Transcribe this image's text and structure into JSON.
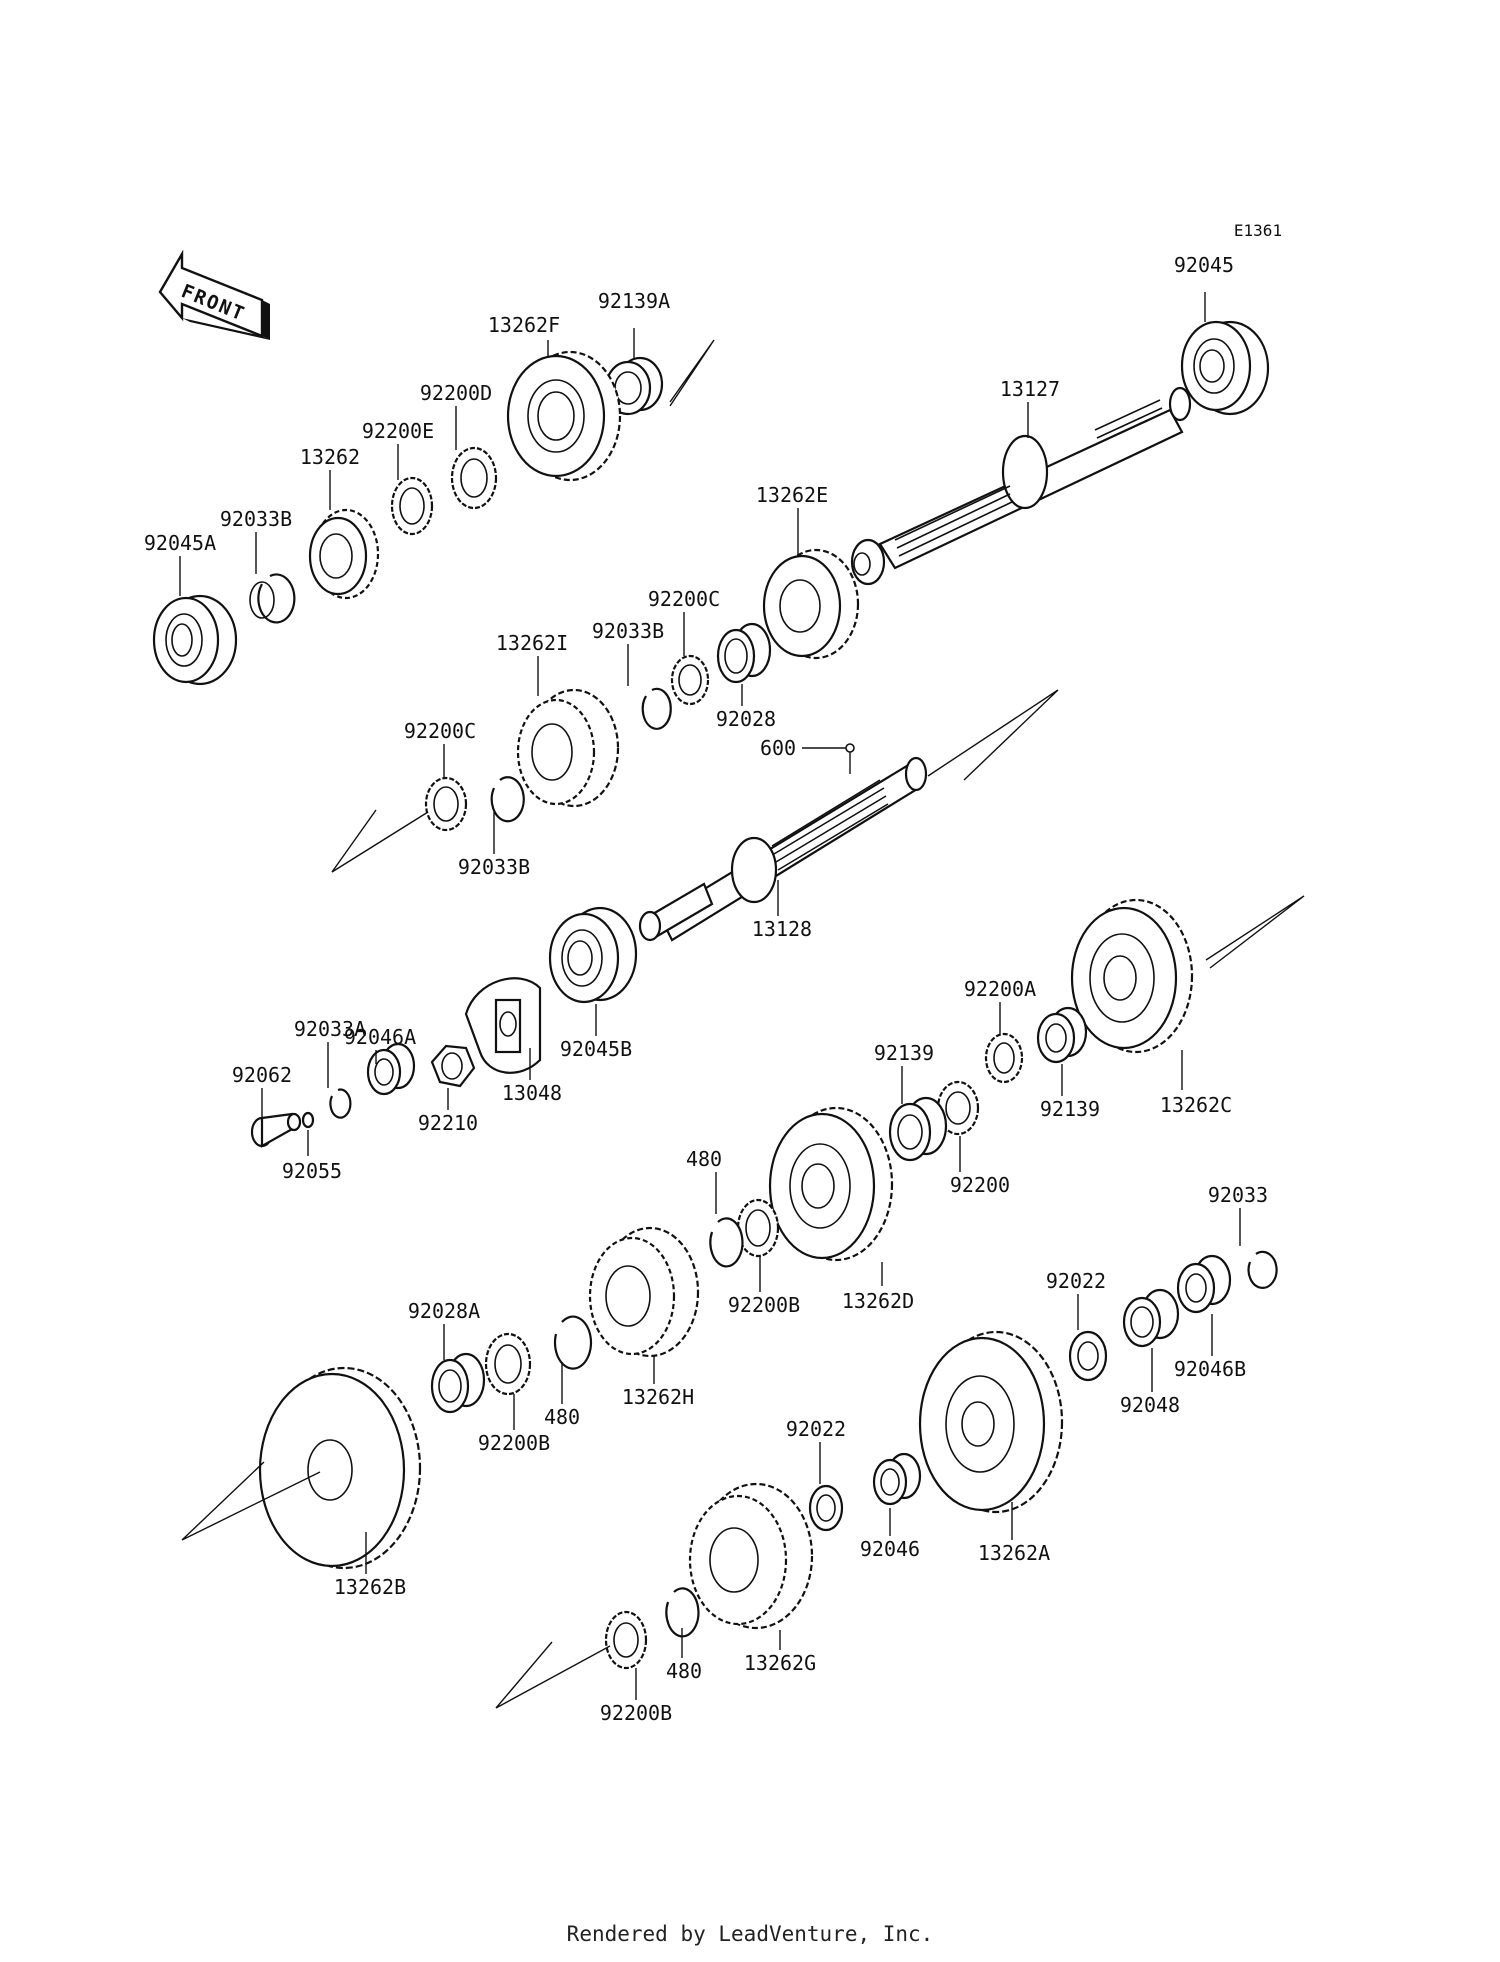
{
  "diagram": {
    "code": "E1361",
    "direction_label": "FRONT",
    "footer": "Rendered by LeadVenture, Inc.",
    "parts": [
      {
        "id": "p-92045",
        "label": "92045",
        "kind": "bearing"
      },
      {
        "id": "p-13127",
        "label": "13127",
        "kind": "shaft"
      },
      {
        "id": "p-92139A",
        "label": "92139A",
        "kind": "needle-bearing"
      },
      {
        "id": "p-13262F",
        "label": "13262F",
        "kind": "gear"
      },
      {
        "id": "p-92200D",
        "label": "92200D",
        "kind": "washer"
      },
      {
        "id": "p-92200E",
        "label": "92200E",
        "kind": "washer"
      },
      {
        "id": "p-13262",
        "label": "13262",
        "kind": "gear"
      },
      {
        "id": "p-92033B-top",
        "label": "92033B",
        "kind": "circlip"
      },
      {
        "id": "p-92045A",
        "label": "92045A",
        "kind": "bearing"
      },
      {
        "id": "p-13262E",
        "label": "13262E",
        "kind": "gear"
      },
      {
        "id": "p-92200C-mid",
        "label": "92200C",
        "kind": "washer"
      },
      {
        "id": "p-92033B-mid",
        "label": "92033B",
        "kind": "circlip"
      },
      {
        "id": "p-92028",
        "label": "92028",
        "kind": "bushing"
      },
      {
        "id": "p-13262I",
        "label": "13262I",
        "kind": "gear"
      },
      {
        "id": "p-92200C-low",
        "label": "92200C",
        "kind": "washer"
      },
      {
        "id": "p-92033B-low",
        "label": "92033B",
        "kind": "circlip"
      },
      {
        "id": "p-600",
        "label": "600",
        "kind": "reference"
      },
      {
        "id": "p-13128",
        "label": "13128",
        "kind": "shaft"
      },
      {
        "id": "p-92045B",
        "label": "92045B",
        "kind": "bearing"
      },
      {
        "id": "p-13048",
        "label": "13048",
        "kind": "holder"
      },
      {
        "id": "p-92210",
        "label": "92210",
        "kind": "nut"
      },
      {
        "id": "p-92046A",
        "label": "92046A",
        "kind": "needle-bearing"
      },
      {
        "id": "p-92033A",
        "label": "92033A",
        "kind": "circlip"
      },
      {
        "id": "p-92062",
        "label": "92062",
        "kind": "bolt"
      },
      {
        "id": "p-92055",
        "label": "92055",
        "kind": "o-ring"
      },
      {
        "id": "p-13262C",
        "label": "13262C",
        "kind": "gear"
      },
      {
        "id": "p-92200A",
        "label": "92200A",
        "kind": "washer"
      },
      {
        "id": "p-92139-b",
        "label": "92139",
        "kind": "needle-bearing"
      },
      {
        "id": "p-92139-a",
        "label": "92139",
        "kind": "needle-bearing"
      },
      {
        "id": "p-92200",
        "label": "92200",
        "kind": "washer"
      },
      {
        "id": "p-13262D",
        "label": "13262D",
        "kind": "gear"
      },
      {
        "id": "p-480-top",
        "label": "480",
        "kind": "circlip"
      },
      {
        "id": "p-92200B-top",
        "label": "92200B",
        "kind": "washer"
      },
      {
        "id": "p-13262H",
        "label": "13262H",
        "kind": "gear"
      },
      {
        "id": "p-480-mid",
        "label": "480",
        "kind": "circlip"
      },
      {
        "id": "p-92200B-mid",
        "label": "92200B",
        "kind": "washer"
      },
      {
        "id": "p-92028A",
        "label": "92028A",
        "kind": "bushing"
      },
      {
        "id": "p-13262B",
        "label": "13262B",
        "kind": "gear"
      },
      {
        "id": "p-92033",
        "label": "92033",
        "kind": "circlip"
      },
      {
        "id": "p-92022-right",
        "label": "92022",
        "kind": "washer"
      },
      {
        "id": "p-92046B",
        "label": "92046B",
        "kind": "needle-bearing"
      },
      {
        "id": "p-92048",
        "label": "92048",
        "kind": "bushing"
      },
      {
        "id": "p-13262A",
        "label": "13262A",
        "kind": "gear"
      },
      {
        "id": "p-92022-low",
        "label": "92022",
        "kind": "washer"
      },
      {
        "id": "p-92046",
        "label": "92046",
        "kind": "needle-bearing"
      },
      {
        "id": "p-13262G",
        "label": "13262G",
        "kind": "gear"
      },
      {
        "id": "p-480-low",
        "label": "480",
        "kind": "circlip"
      },
      {
        "id": "p-92200B-low",
        "label": "92200B",
        "kind": "washer"
      }
    ]
  }
}
